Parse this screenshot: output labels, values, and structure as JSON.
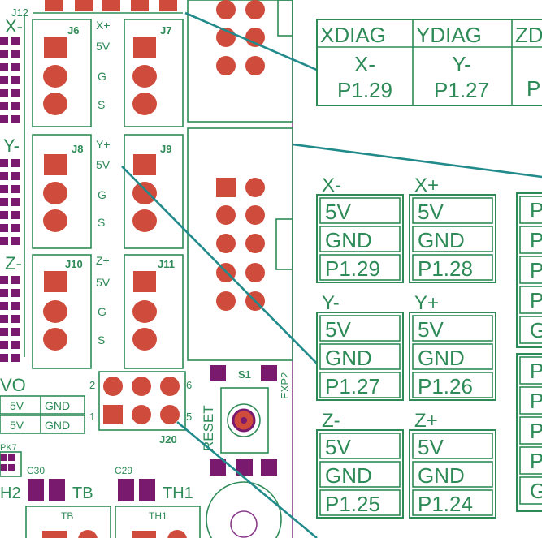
{
  "board": {
    "connectors": {
      "j12": "J12",
      "j6": "J6",
      "j7": "J7",
      "j8": "J8",
      "j9": "J9",
      "j10": "J10",
      "j11": "J11",
      "j20": "J20",
      "s1": "S1",
      "exp2": "EXP2",
      "reset": "RESET",
      "c30": "C30",
      "c29": "C29",
      "tb": "TB",
      "th1": "TH1",
      "th2": "H2",
      "tb_small": "TB",
      "th1_small": "TH1",
      "pk7": "PK7",
      "servo": "VO"
    },
    "side_labels": {
      "x_minus": "X-",
      "y_minus": "Y-",
      "z_minus": "Z-",
      "x_plus": "X+",
      "y_plus": "Y+",
      "z_plus": "Z+",
      "v5": "5V",
      "g": "G",
      "s": "S"
    },
    "servo_rows": [
      {
        "left": "5V",
        "right": "GND"
      },
      {
        "left": "5V",
        "right": "GND"
      }
    ],
    "j20_pins": {
      "top_left": "2",
      "top_right": "6",
      "bottom_left": "1",
      "bottom_right": "5"
    }
  },
  "diag": {
    "headers": [
      "XDIAG",
      "YDIAG",
      "ZD"
    ],
    "values": [
      "X-\nP1.29",
      "Y-\nP1.27",
      "P"
    ]
  },
  "endstops": [
    {
      "title": "X-",
      "rows": [
        "5V",
        "GND",
        "P1.29"
      ]
    },
    {
      "title": "X+",
      "rows": [
        "5V",
        "GND",
        "P1.28"
      ]
    },
    {
      "title": "Y-",
      "rows": [
        "5V",
        "GND",
        "P1.27"
      ]
    },
    {
      "title": "Y+",
      "rows": [
        "5V",
        "GND",
        "P1.26"
      ]
    },
    {
      "title": "Z-",
      "rows": [
        "5V",
        "GND",
        "P1.25"
      ]
    },
    {
      "title": "Z+",
      "rows": [
        "5V",
        "GND",
        "P1.24"
      ]
    }
  ],
  "right_edge": [
    "P",
    "P",
    "P",
    "P",
    "G",
    "P",
    "P",
    "P",
    "P",
    "G"
  ]
}
